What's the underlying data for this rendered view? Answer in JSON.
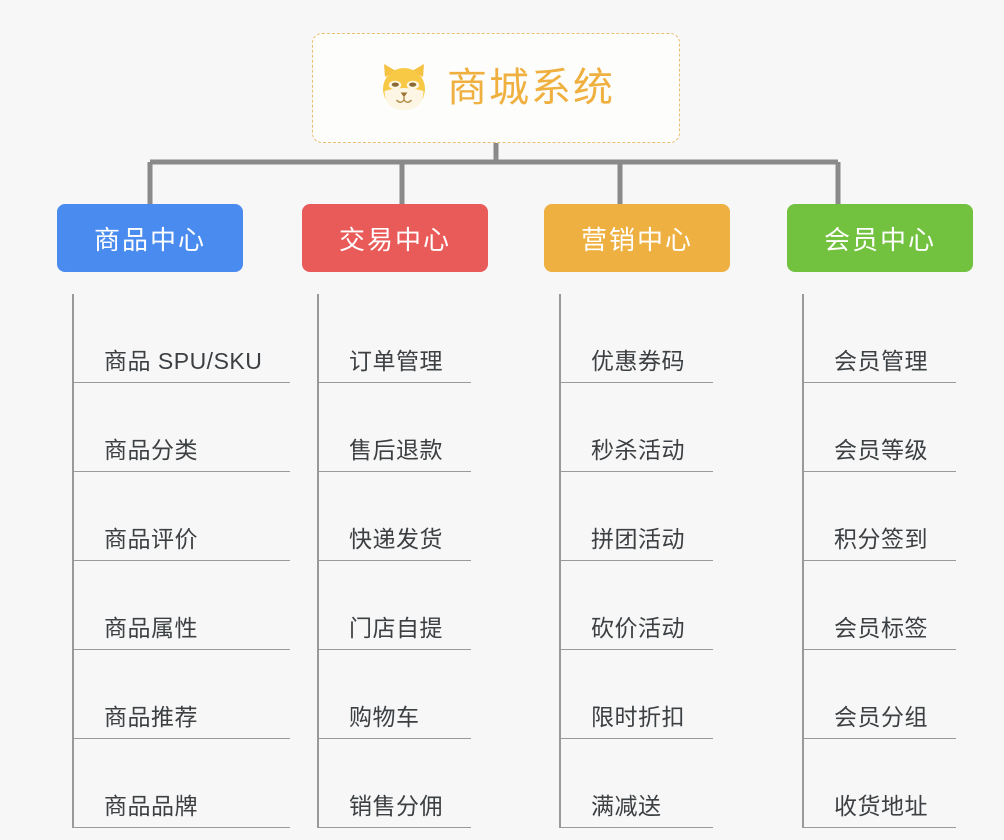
{
  "page": {
    "background_color": "#f7f7f7",
    "type": "organization-mindmap"
  },
  "root": {
    "title": "商城系统",
    "icon": "shiba-dog-face-icon",
    "title_color": "#efb03f",
    "border_color": "#e8bf70",
    "border_style": "dashed"
  },
  "categories": [
    {
      "label": "商品中心",
      "color": "#4a8bf0",
      "color_name": "blue",
      "items": [
        "商品 SPU/SKU",
        "商品分类",
        "商品评价",
        "商品属性",
        "商品推荐",
        "商品品牌"
      ]
    },
    {
      "label": "交易中心",
      "color": "#e95b58",
      "color_name": "red",
      "items": [
        "订单管理",
        "售后退款",
        "快递发货",
        "门店自提",
        "购物车",
        "销售分佣"
      ]
    },
    {
      "label": "营销中心",
      "color": "#eeb041",
      "color_name": "orange",
      "items": [
        "优惠券码",
        "秒杀活动",
        "拼团活动",
        "砍价活动",
        "限时折扣",
        "满减送"
      ]
    },
    {
      "label": "会员中心",
      "color": "#72c13f",
      "color_name": "green",
      "items": [
        "会员管理",
        "会员等级",
        "积分签到",
        "会员标签",
        "会员分组",
        "收货地址"
      ]
    }
  ],
  "connector": {
    "color": "#8a8a8a",
    "style": "orthogonal-bracket"
  }
}
